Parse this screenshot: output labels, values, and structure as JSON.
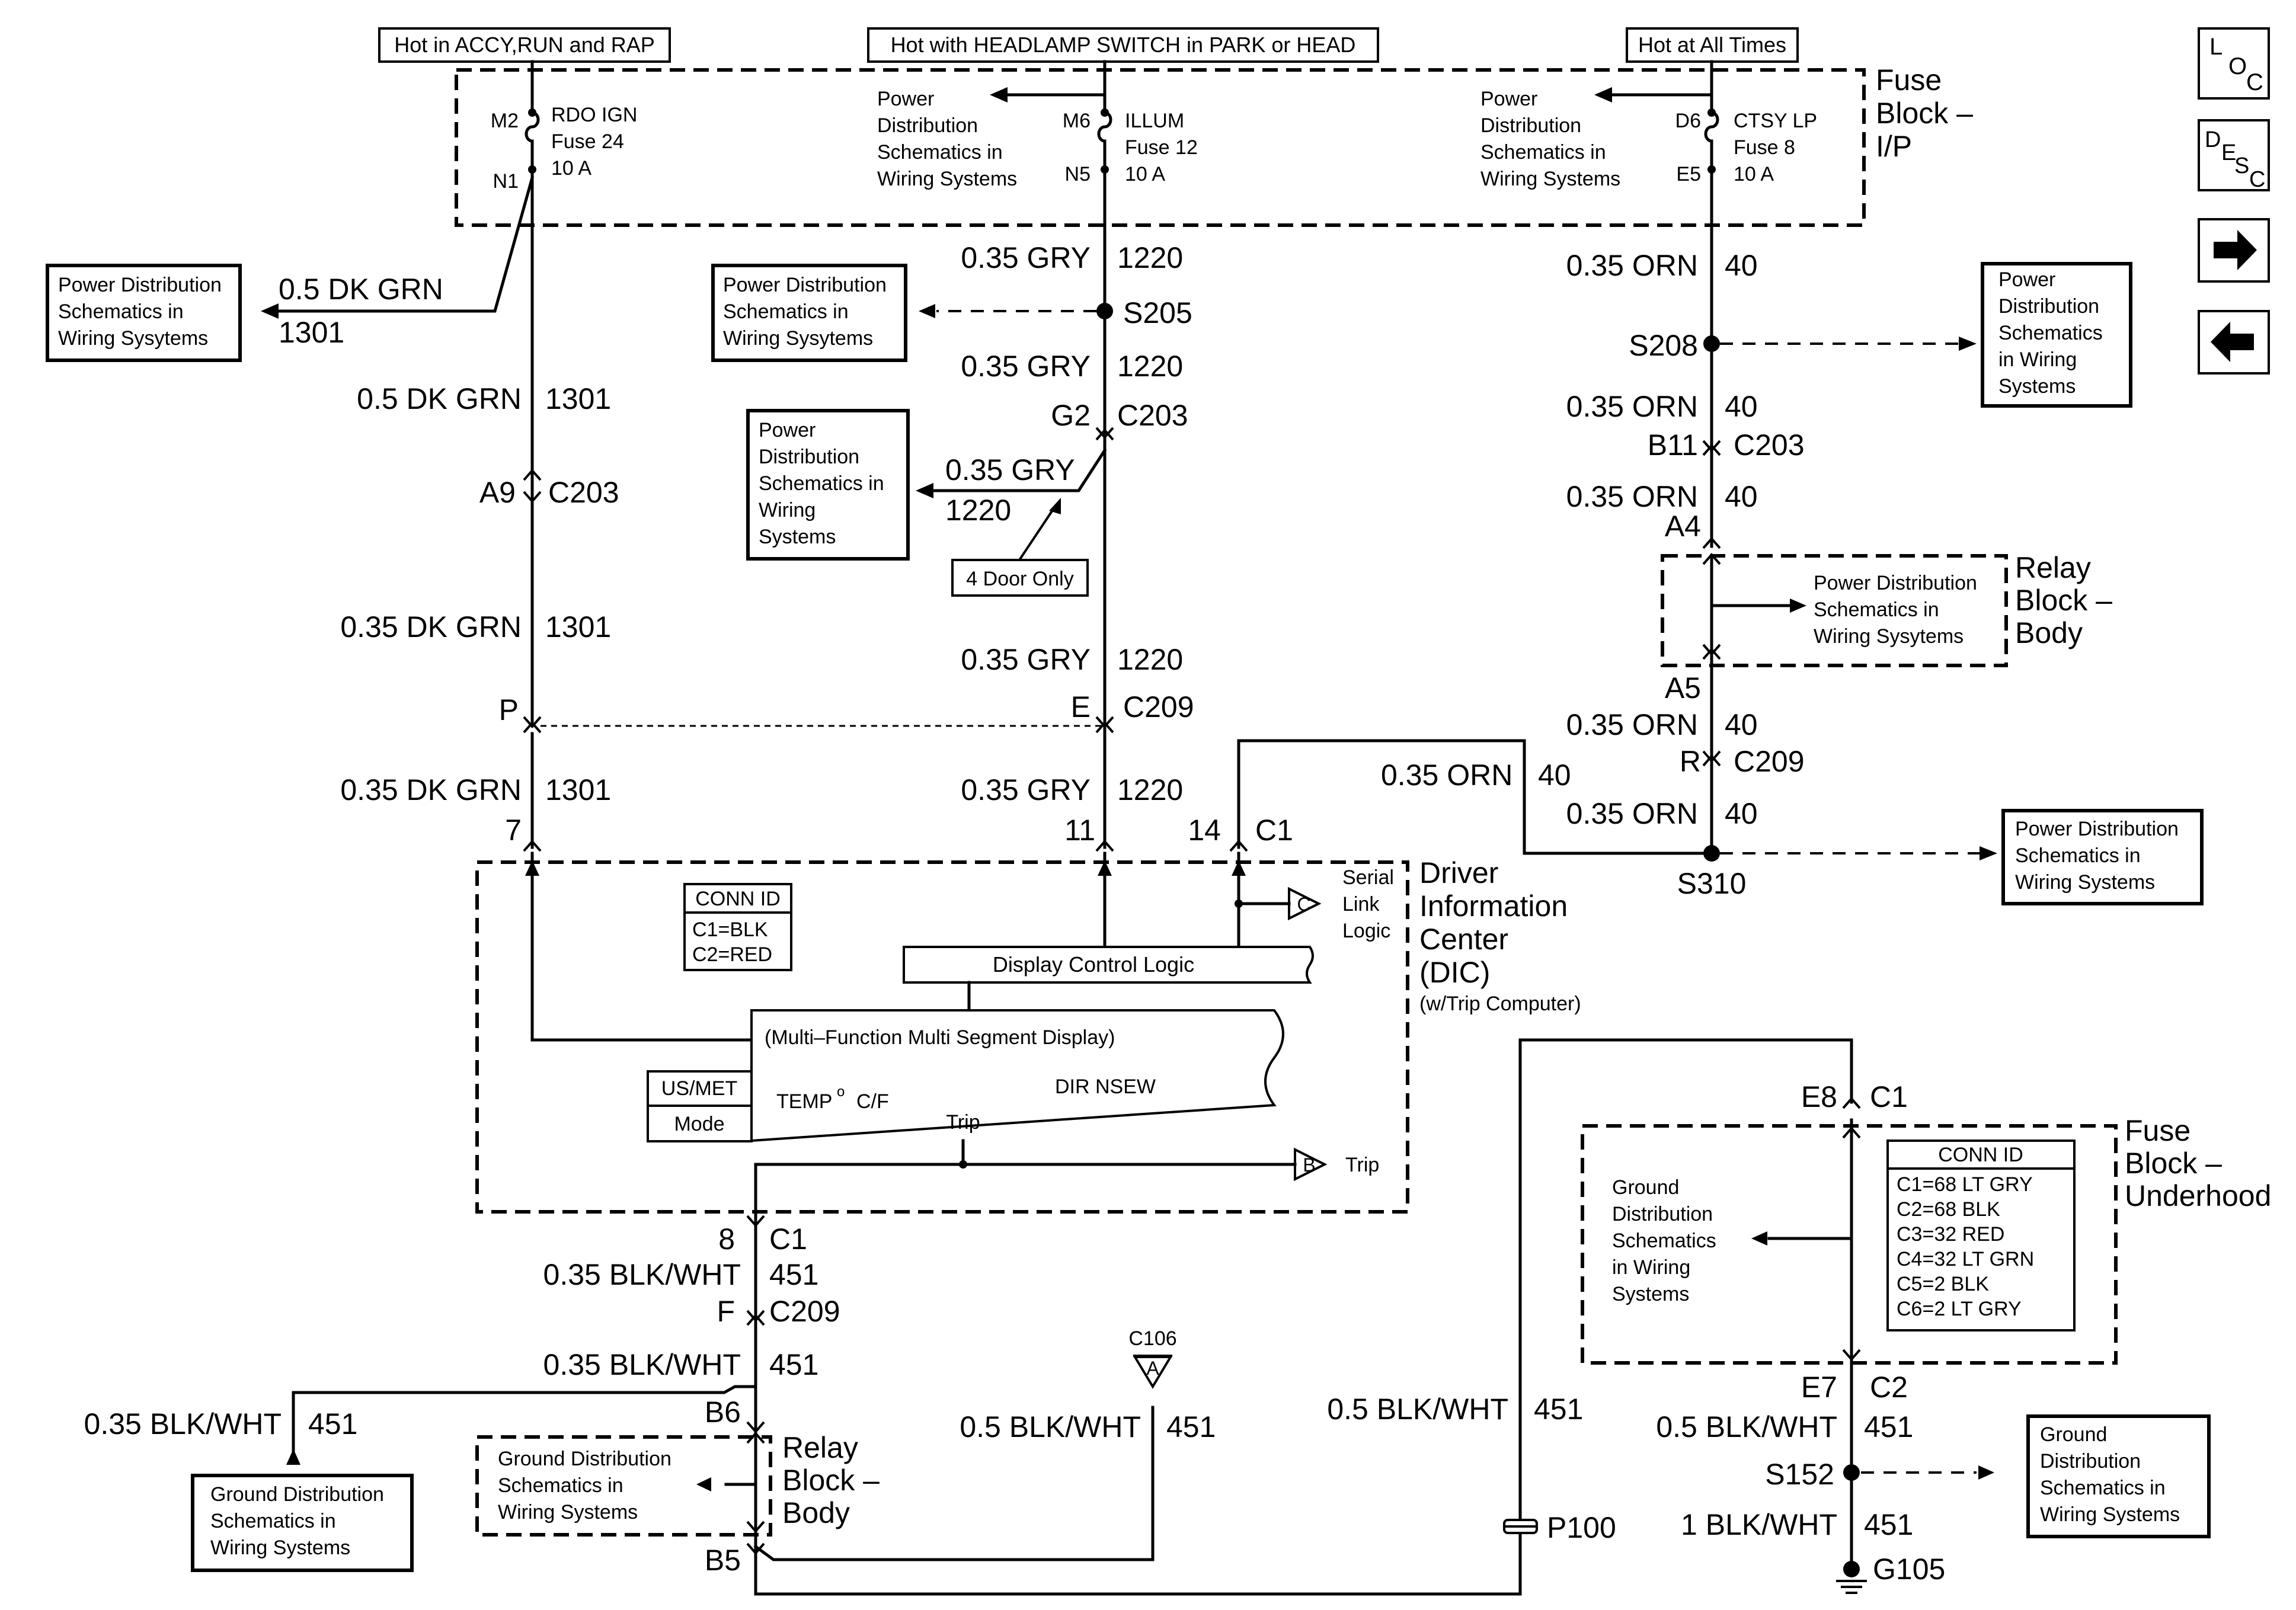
{
  "headers": {
    "accy": "Hot in ACCY,RUN and RAP",
    "headlamp": "Hot with HEADLAMP SWITCH in PARK or HEAD",
    "always": "Hot at All Times"
  },
  "fuse_block_ip": {
    "l1": "Fuse",
    "l2": "Block –",
    "l3": "I/P"
  },
  "fuses": {
    "f24": {
      "top": "M2",
      "bottom": "N1",
      "name": "RDO IGN",
      "fuse": "Fuse 24",
      "amp": "10 A"
    },
    "f12": {
      "top": "M6",
      "bottom": "N5",
      "name": "ILLUM",
      "fuse": "Fuse 12",
      "amp": "10 A"
    },
    "f8": {
      "top": "D6",
      "bottom": "E5",
      "name": "CTSY LP",
      "fuse": "Fuse 8",
      "amp": "10 A"
    }
  },
  "ref_boxes": {
    "pd_fuse12": [
      "Power",
      "Distribution",
      "Schematics in",
      "Wiring Systems"
    ],
    "pd_fuse8": [
      "Power",
      "Distribution",
      "Schematics in",
      "Wiring Systems"
    ],
    "pd_left": [
      "Power Distribution",
      "Schematics in",
      "Wiring Sysytems"
    ],
    "pd_s205": [
      "Power Distribution",
      "Schematics in",
      "Wiring Sysytems"
    ],
    "pd_c203": [
      "Power",
      "Distribution",
      "Schematics in",
      "Wiring",
      "Systems"
    ],
    "pd_s208": [
      "Power",
      "Distribution",
      "Schematics",
      "in Wiring",
      "Systems"
    ],
    "pd_relay": [
      "Power Distribution",
      "Schematics in",
      "Wiring Sysytems"
    ],
    "pd_s310": [
      "Power Distribution",
      "Schematics in",
      "Wiring Systems"
    ],
    "gd_left": [
      "Ground Distribution",
      "Schematics in",
      "Wiring Systems"
    ],
    "gd_relay": [
      "Ground Distribution",
      "Schematics in",
      "Wiring Systems"
    ],
    "gd_underhood": [
      "Ground",
      "Distribution",
      "Schematics",
      "in Wiring",
      "Systems"
    ],
    "gd_s152": [
      "Ground",
      "Distribution",
      "Schematics in",
      "Wiring Systems"
    ]
  },
  "labels": {
    "w_0_5_dkgrn": "0.5 DK GRN",
    "w_0_35_dkgrn": "0.35 DK GRN",
    "c1301": "1301",
    "w_0_35_gry": "0.35 GRY",
    "c1220": "1220",
    "w_0_35_orn": "0.35 ORN",
    "c40": "40",
    "w_0_35_blkwht": "0.35 BLK/WHT",
    "w_0_5_blkwht": "0.5 BLK/WHT",
    "w_1_blkwht": "1 BLK/WHT",
    "c451": "451",
    "s205": "S205",
    "s208": "S208",
    "s310": "S310",
    "s152": "S152",
    "g2": "G2",
    "c203": "C203",
    "a9": "A9",
    "b11": "B11",
    "a4": "A4",
    "a5": "A5",
    "p": "P",
    "e": "E",
    "r": "R",
    "c209": "C209",
    "p7": "7",
    "p11": "11",
    "p14": "14",
    "c1": "C1",
    "p8": "8",
    "f": "F",
    "b6": "B6",
    "b5": "B5",
    "e8": "E8",
    "e7": "E7",
    "c2": "C2",
    "c106": "C106",
    "a_tri": "A",
    "p100": "P100",
    "g105": "G105",
    "four_door": "4 Door Only"
  },
  "relay_block": {
    "l1": "Relay",
    "l2": "Block –",
    "l3": "Body"
  },
  "fuse_block_uh": {
    "l1": "Fuse",
    "l2": "Block –",
    "l3": "Underhood"
  },
  "dic": {
    "l1": "Driver",
    "l2": "Information",
    "l3": "Center",
    "l4": "(DIC)",
    "l5": "(w/Trip Computer)",
    "conn_title": "CONN ID",
    "conn1": "C1=BLK",
    "conn2": "C2=RED",
    "display_logic": "Display Control Logic",
    "mfd": "(Multi–Function Multi Segment Display)",
    "us_met": "US/MET",
    "mode": "Mode",
    "temp": "TEMP",
    "temp_unit": "C/F",
    "deg": "o",
    "dir": "DIR NSEW",
    "trip": "Trip",
    "serial1": "Serial",
    "serial2": "Link",
    "serial3": "Logic",
    "tri_c": "C",
    "tri_b": "B",
    "trip_out": "Trip"
  },
  "underhood_conn": {
    "title": "CONN ID",
    "items": [
      "C1=68 LT GRY",
      "C2=68 BLK",
      "C3=32 RED",
      "C4=32 LT GRN",
      "C5=2 BLK",
      "C6=2 LT GRY"
    ]
  },
  "nav": {
    "loc": "LOC",
    "desc": "DESC"
  }
}
